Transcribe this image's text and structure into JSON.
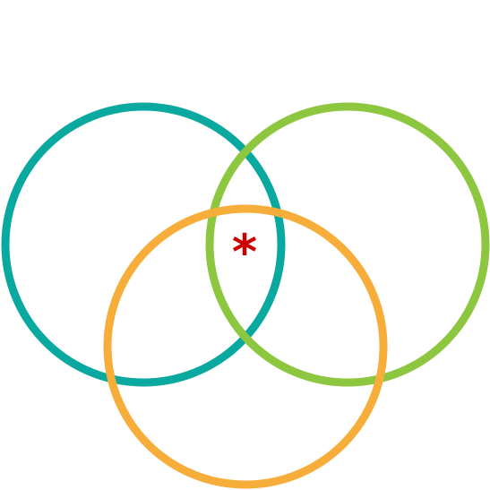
{
  "diagram": {
    "circles": [
      {
        "id": "teal",
        "color": "#0aa99f"
      },
      {
        "id": "green",
        "color": "#8dc63f"
      },
      {
        "id": "orange",
        "color": "#f7ad3a"
      }
    ],
    "marker": {
      "text": "*",
      "color": "#cc0000",
      "icon": "asterisk-icon"
    },
    "background": "#ffffff"
  }
}
